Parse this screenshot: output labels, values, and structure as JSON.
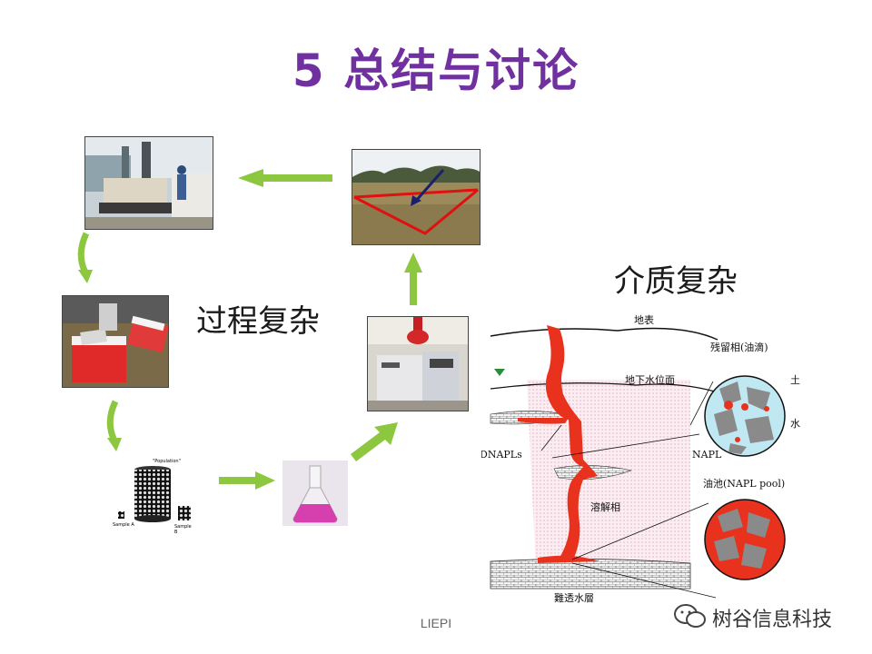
{
  "slide": {
    "title": "5 总结与讨论",
    "process_label": "过程复杂",
    "medium_label": "介质复杂",
    "footer": "LIEPI",
    "watermark": "树谷信息科技"
  },
  "sample_diagram": {
    "top_label": "\"Population\"",
    "sample_a": "Sample A",
    "sample_b": "Sample B"
  },
  "subsurface_diagram": {
    "surface": "地表",
    "water_table": "地下水位面",
    "residual_phase": "残留相(油滴)",
    "soil": "土",
    "water": "水",
    "napl": "NAPL",
    "dnapls": "DNAPLs",
    "dissolved_phase": "溶解相",
    "napl_pool": "油池(NAPL pool)",
    "aquitard": "難透水層"
  },
  "colors": {
    "title": "#7030a0",
    "arrow": "#8dc63f",
    "napl": "#e8321e"
  }
}
